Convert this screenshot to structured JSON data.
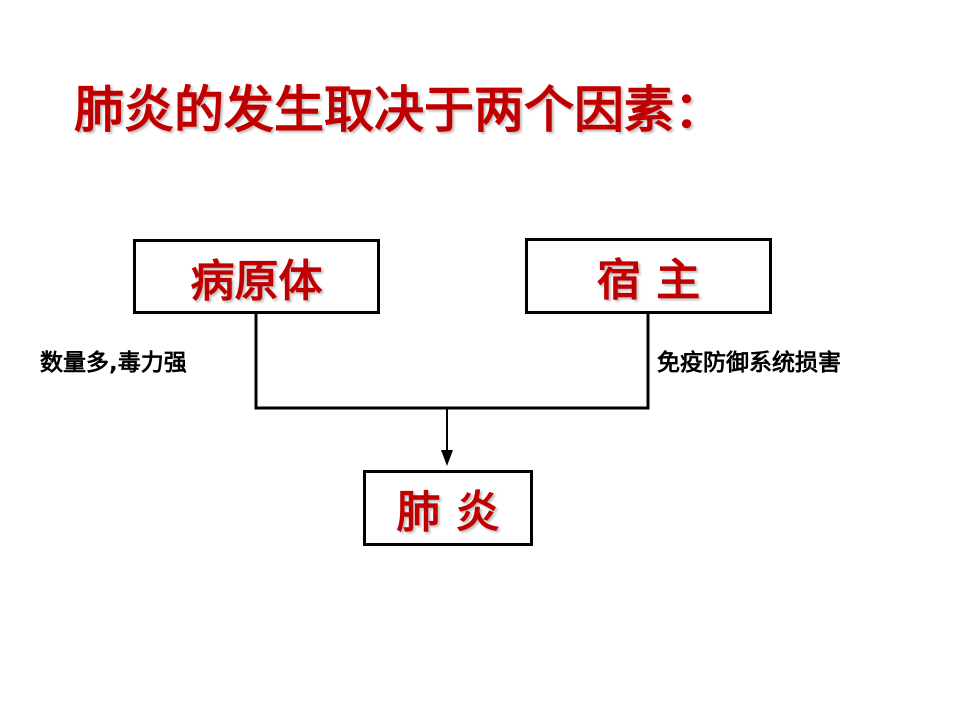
{
  "title": "肺炎的发生取决于两个因素：",
  "boxes": {
    "pathogen": "病原体",
    "host": "宿 主",
    "result": "肺 炎"
  },
  "labels": {
    "pathogen_factor": "数量多,毒力强",
    "host_factor": "免疫防御系统损害"
  },
  "colors": {
    "accent": "#c00000",
    "line": "#000000"
  }
}
